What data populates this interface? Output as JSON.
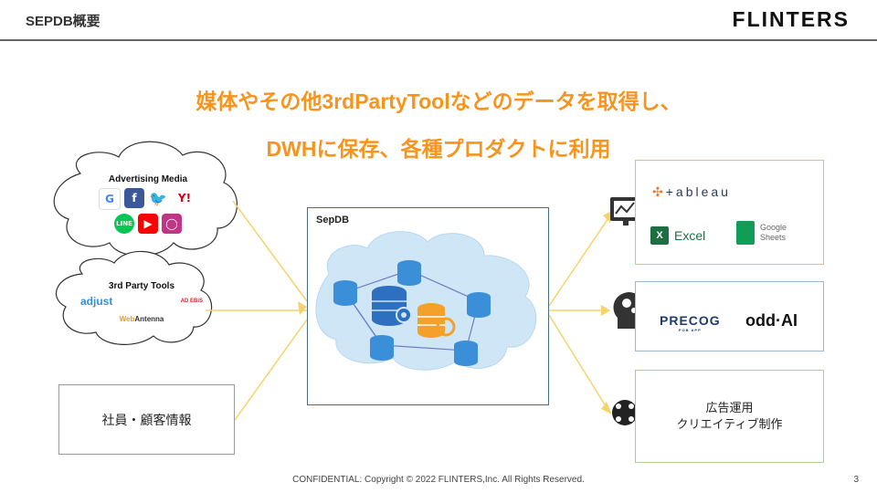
{
  "header": {
    "title": "SEPDB概要",
    "brand": "FLINTERS"
  },
  "headline": {
    "line1": "媒体やその他3rdPartyToolなどのデータを取得し、",
    "line2": "DWHに保存、各種プロダクトに利用"
  },
  "sources": {
    "advertising": {
      "title": "Advertising Media",
      "logos": [
        "google-icon",
        "facebook-icon",
        "twitter-icon",
        "yahoo-icon",
        "line-icon",
        "youtube-icon",
        "instagram-icon"
      ],
      "logo_marks": {
        "google": "G",
        "facebook": "f",
        "yahoo": "Y!",
        "line": "LINE"
      }
    },
    "third_party": {
      "title": "3rd Party Tools",
      "adjust": "adjust",
      "adebis": "AD EBiS",
      "webantenna_1": "Web",
      "webantenna_2": "Antenna"
    },
    "staff": {
      "label": "社員・顧客情報"
    }
  },
  "hub": {
    "label": "SepDB"
  },
  "outputs": {
    "bi": {
      "tableau": "+ableau",
      "excel": "Excel",
      "sheets_1": "Google",
      "sheets_2": "Sheets"
    },
    "ai": {
      "precog": "PRECOG",
      "precog_sub": "POB APP",
      "oddai": "odd·AI"
    },
    "ops": {
      "line1": "広告運用",
      "line2": "クリエイティブ制作"
    }
  },
  "footer": {
    "copyright": "CONFIDENTIAL: Copyright © 2022 FLINTERS,Inc. All Rights Reserved.",
    "page": "3"
  },
  "colors": {
    "accent": "#f7941d",
    "arrow": "#f6d36a",
    "db_blue": "#3b8fd9",
    "db_orange": "#f4a02a"
  }
}
